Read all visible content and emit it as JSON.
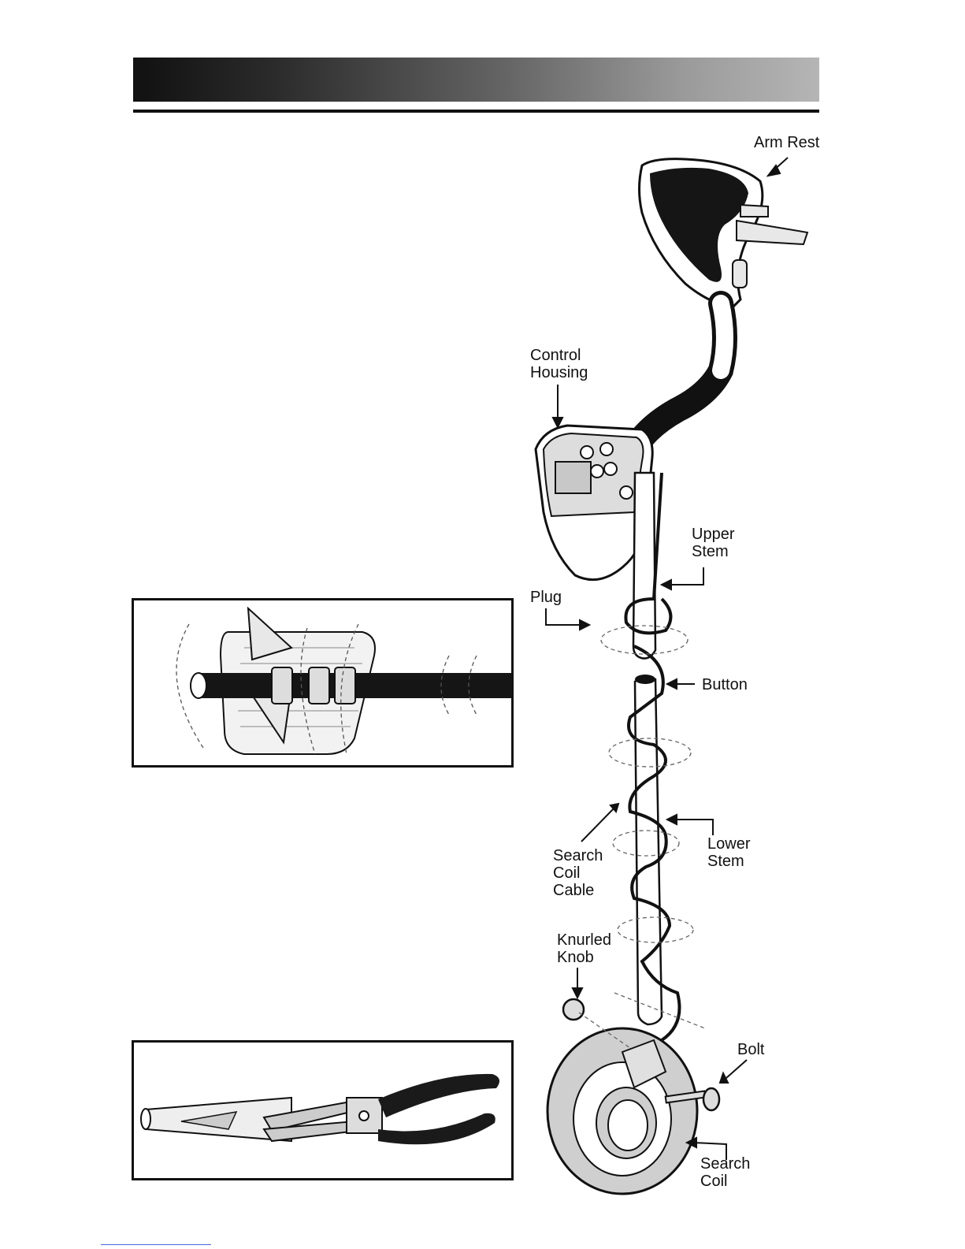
{
  "labels": {
    "arm_rest": "Arm Rest",
    "control_housing": "Control\nHousing",
    "upper_stem": "Upper\nStem",
    "plug": "Plug",
    "button": "Button",
    "lower_stem": "Lower\nStem",
    "search_coil_cable": "Search\nCoil\nCable",
    "knurled_knob": "Knurled\nKnob",
    "bolt": "Bolt",
    "search_coil": "Search\nCoil"
  },
  "colors": {
    "ink": "#111111",
    "grip": "#1a1a1a",
    "metal": "#d8d8d8",
    "coil_fill": "#cfcfcf"
  }
}
